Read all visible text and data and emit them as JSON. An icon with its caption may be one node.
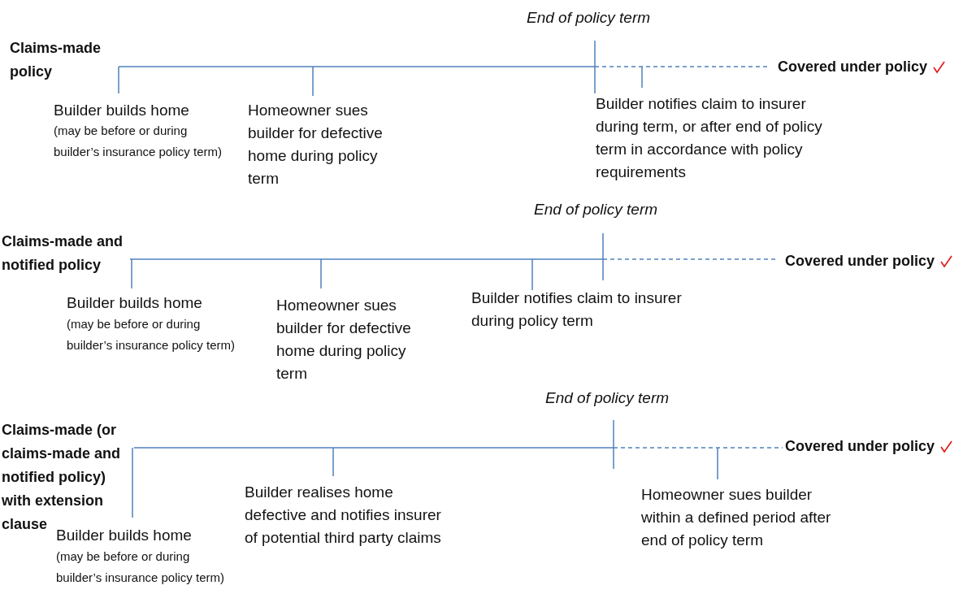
{
  "diagram": {
    "labels": [
      "End of policy term",
      "Claims-made policy",
      "Covered under policy",
      "Builder builds home",
      "(may be before or during builder’s insurance policy term)",
      "Homeowner sues builder for defective home during policy term",
      "Builder notifies claim to insurer during term, or after end of policy term in accordance with policy requirements",
      "End of policy term",
      "Claims-made and notified policy",
      "Covered under policy",
      "Builder builds home",
      "(may be before or during builder’s insurance policy term)",
      "Homeowner sues builder for defective home during policy term",
      "Builder notifies claim to insurer during policy term",
      "End of policy term",
      "Claims-made (or claims-made and notified policy) with extension clause",
      "Covered under policy",
      "Builder realises home defective and notifies insurer of potential third party claims",
      "Homeowner sues builder within a defined period after end of policy term",
      "Builder builds home",
      "(may be before or during builder’s insurance policy term)"
    ]
  }
}
